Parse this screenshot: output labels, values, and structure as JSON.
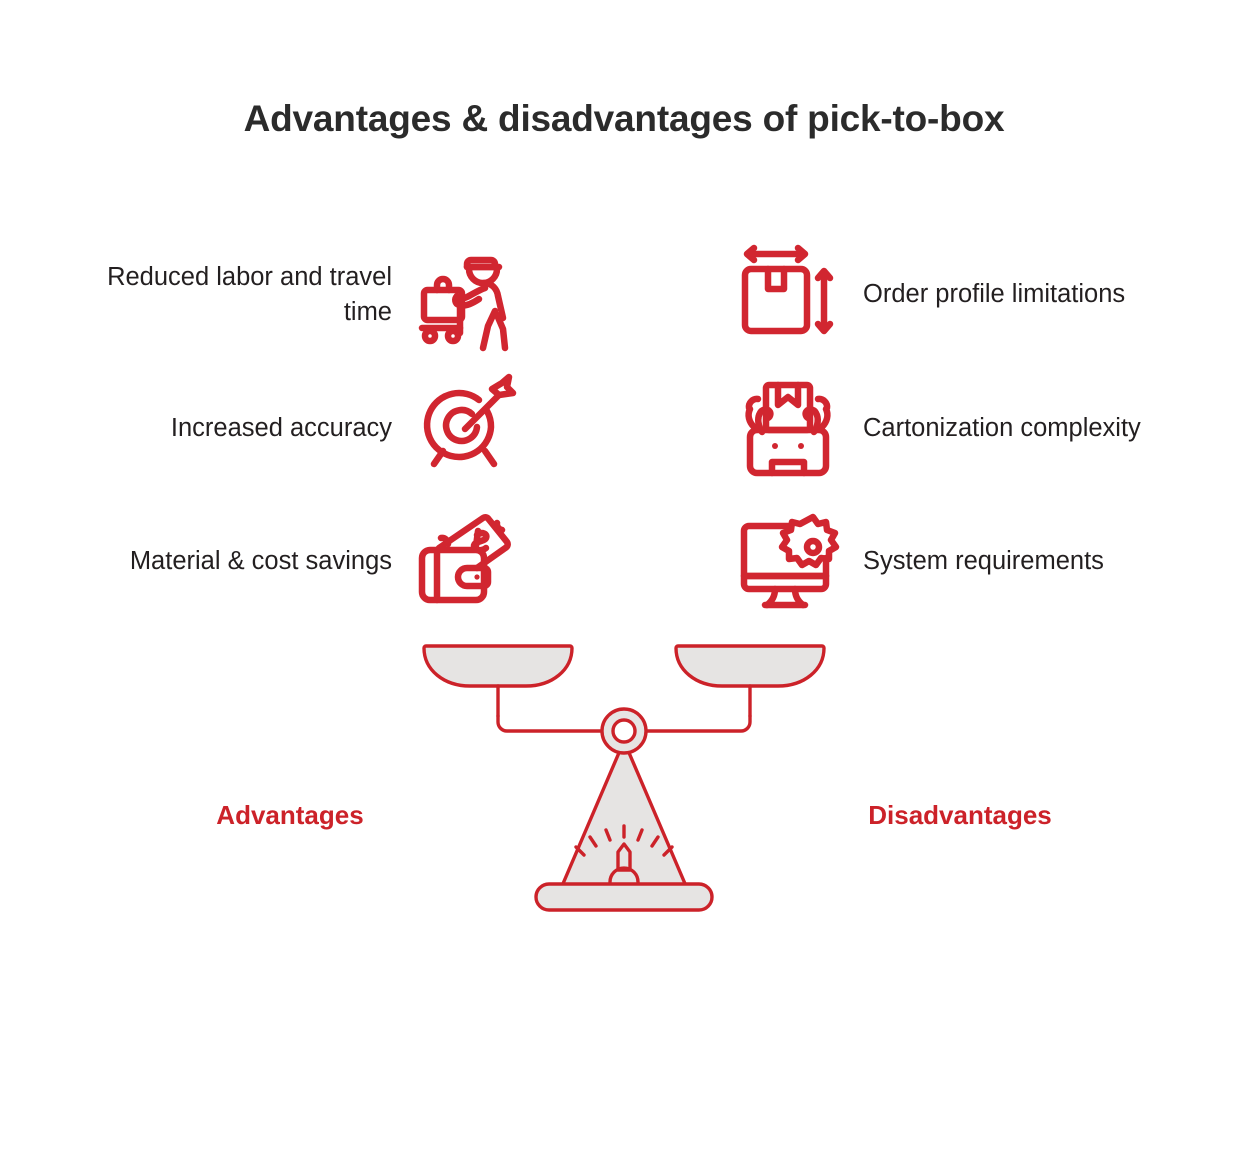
{
  "header": {
    "title": "Advantages & disadvantages of pick-to-box"
  },
  "colors": {
    "accent_red": "#cc2229",
    "icon_red": "#d12630",
    "text_dark": "#231f20",
    "title_dark": "#2b2b2b",
    "pan_fill": "#e6e4e3"
  },
  "advantages": {
    "label": "Advantages",
    "items": [
      {
        "label": "Reduced labor and travel time",
        "icon": "worker-pushing-cart-icon"
      },
      {
        "label": "Increased accuracy",
        "icon": "target-arrow-icon"
      },
      {
        "label": "Material & cost savings",
        "icon": "wallet-cash-icon"
      }
    ]
  },
  "disadvantages": {
    "label": "Disadvantages",
    "items": [
      {
        "label": "Order profile limitations",
        "icon": "box-dimensions-icon"
      },
      {
        "label": "Cartonization complexity",
        "icon": "robot-carton-icon"
      },
      {
        "label": "System requirements",
        "icon": "monitor-gear-icon"
      }
    ]
  },
  "graphic": {
    "name": "balance-scale-illustration"
  }
}
